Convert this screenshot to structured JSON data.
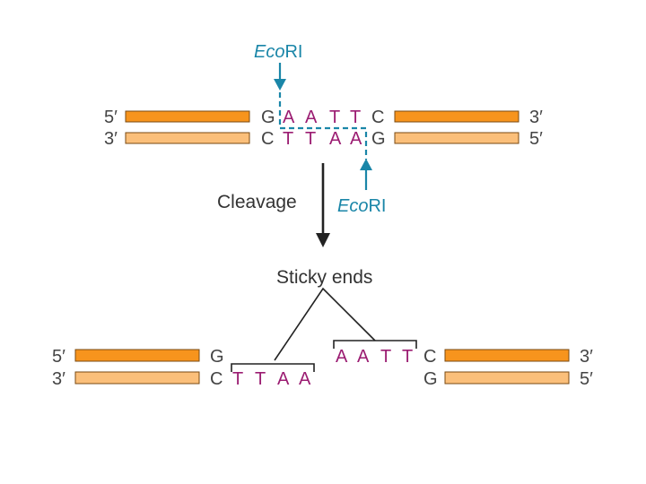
{
  "colors": {
    "strand_dark": "#f7941d",
    "strand_light": "#fbbf7a",
    "strand_outline": "#7a4a12",
    "base_gray": "#444444",
    "base_magenta": "#9b1d72",
    "enzyme": "#1a86a8",
    "arrow": "#222222"
  },
  "enzyme": {
    "top_label_italic": "Eco",
    "top_label_rest": "RI",
    "bottom_label_italic": "Eco",
    "bottom_label_rest": "RI"
  },
  "top": {
    "left_top_end": "5′",
    "left_bottom_end": "3′",
    "right_top_end": "3′",
    "right_bottom_end": "5′",
    "top_strand": [
      "G",
      "A",
      "A",
      "T",
      "T",
      "C"
    ],
    "bottom_strand": [
      "C",
      "T",
      "T",
      "A",
      "A",
      "G"
    ]
  },
  "step": {
    "label": "Cleavage"
  },
  "bottom": {
    "title": "Sticky ends",
    "left_top_end": "5′",
    "left_bottom_end": "3′",
    "right_top_end": "3′",
    "right_bottom_end": "5′",
    "left_top_bases": [
      "G"
    ],
    "left_bottom_bases": [
      "C",
      "T",
      "T",
      "A",
      "A"
    ],
    "right_top_bases": [
      "A",
      "A",
      "T",
      "T",
      "C"
    ],
    "right_bottom_bases": [
      "G"
    ]
  }
}
